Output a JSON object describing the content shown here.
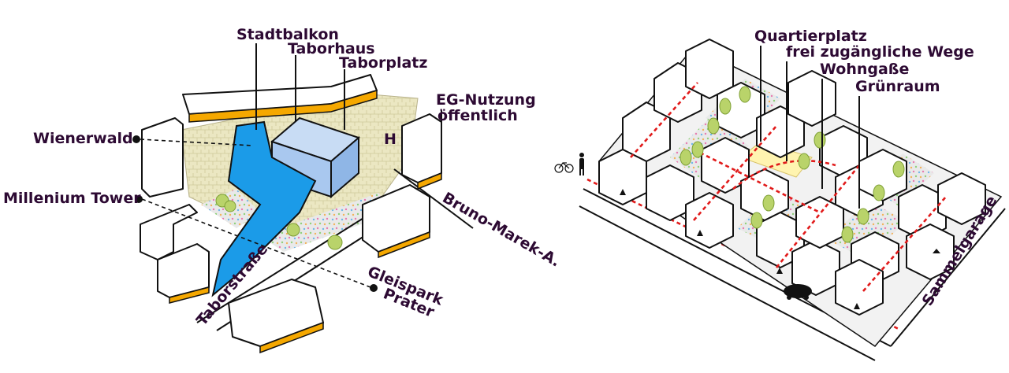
{
  "left_diagram": {
    "labels": {
      "stadtbalkon": "Stadtbalkon",
      "taborhaus": "Taborhaus",
      "taborplatz": "Taborplatz",
      "eg_nutzung_1": "EG-Nutzung",
      "eg_nutzung_2": "öffentlich",
      "wienerwald": "Wienerwald",
      "millenium_tower": "Millenium Tower",
      "h_marker": "H",
      "bruno_marek": "Bruno-Marek-A.",
      "taborstrasse": "Taborstraße",
      "gleispark": "Gleispark",
      "prater": "Prater"
    }
  },
  "right_diagram": {
    "labels": {
      "quartierplatz": "Quartierplatz",
      "freie_wege": "frei zugängliche Wege",
      "wohngasse": "Wohngaße",
      "gruenraum": "Grünraum",
      "sammelgarage": "Sammelgarage"
    }
  },
  "colors": {
    "label": "#2d0a33",
    "stadtbalkon_blue": "#1b9be8",
    "taborhaus_blue": "#a9c8ef",
    "ground_beige": "#e8e4b8",
    "accent_orange": "#f5a800",
    "path_red": "#e11a1a",
    "tree_green": "#b9d36a",
    "quartierplatz_yellow": "#fff4b0"
  }
}
